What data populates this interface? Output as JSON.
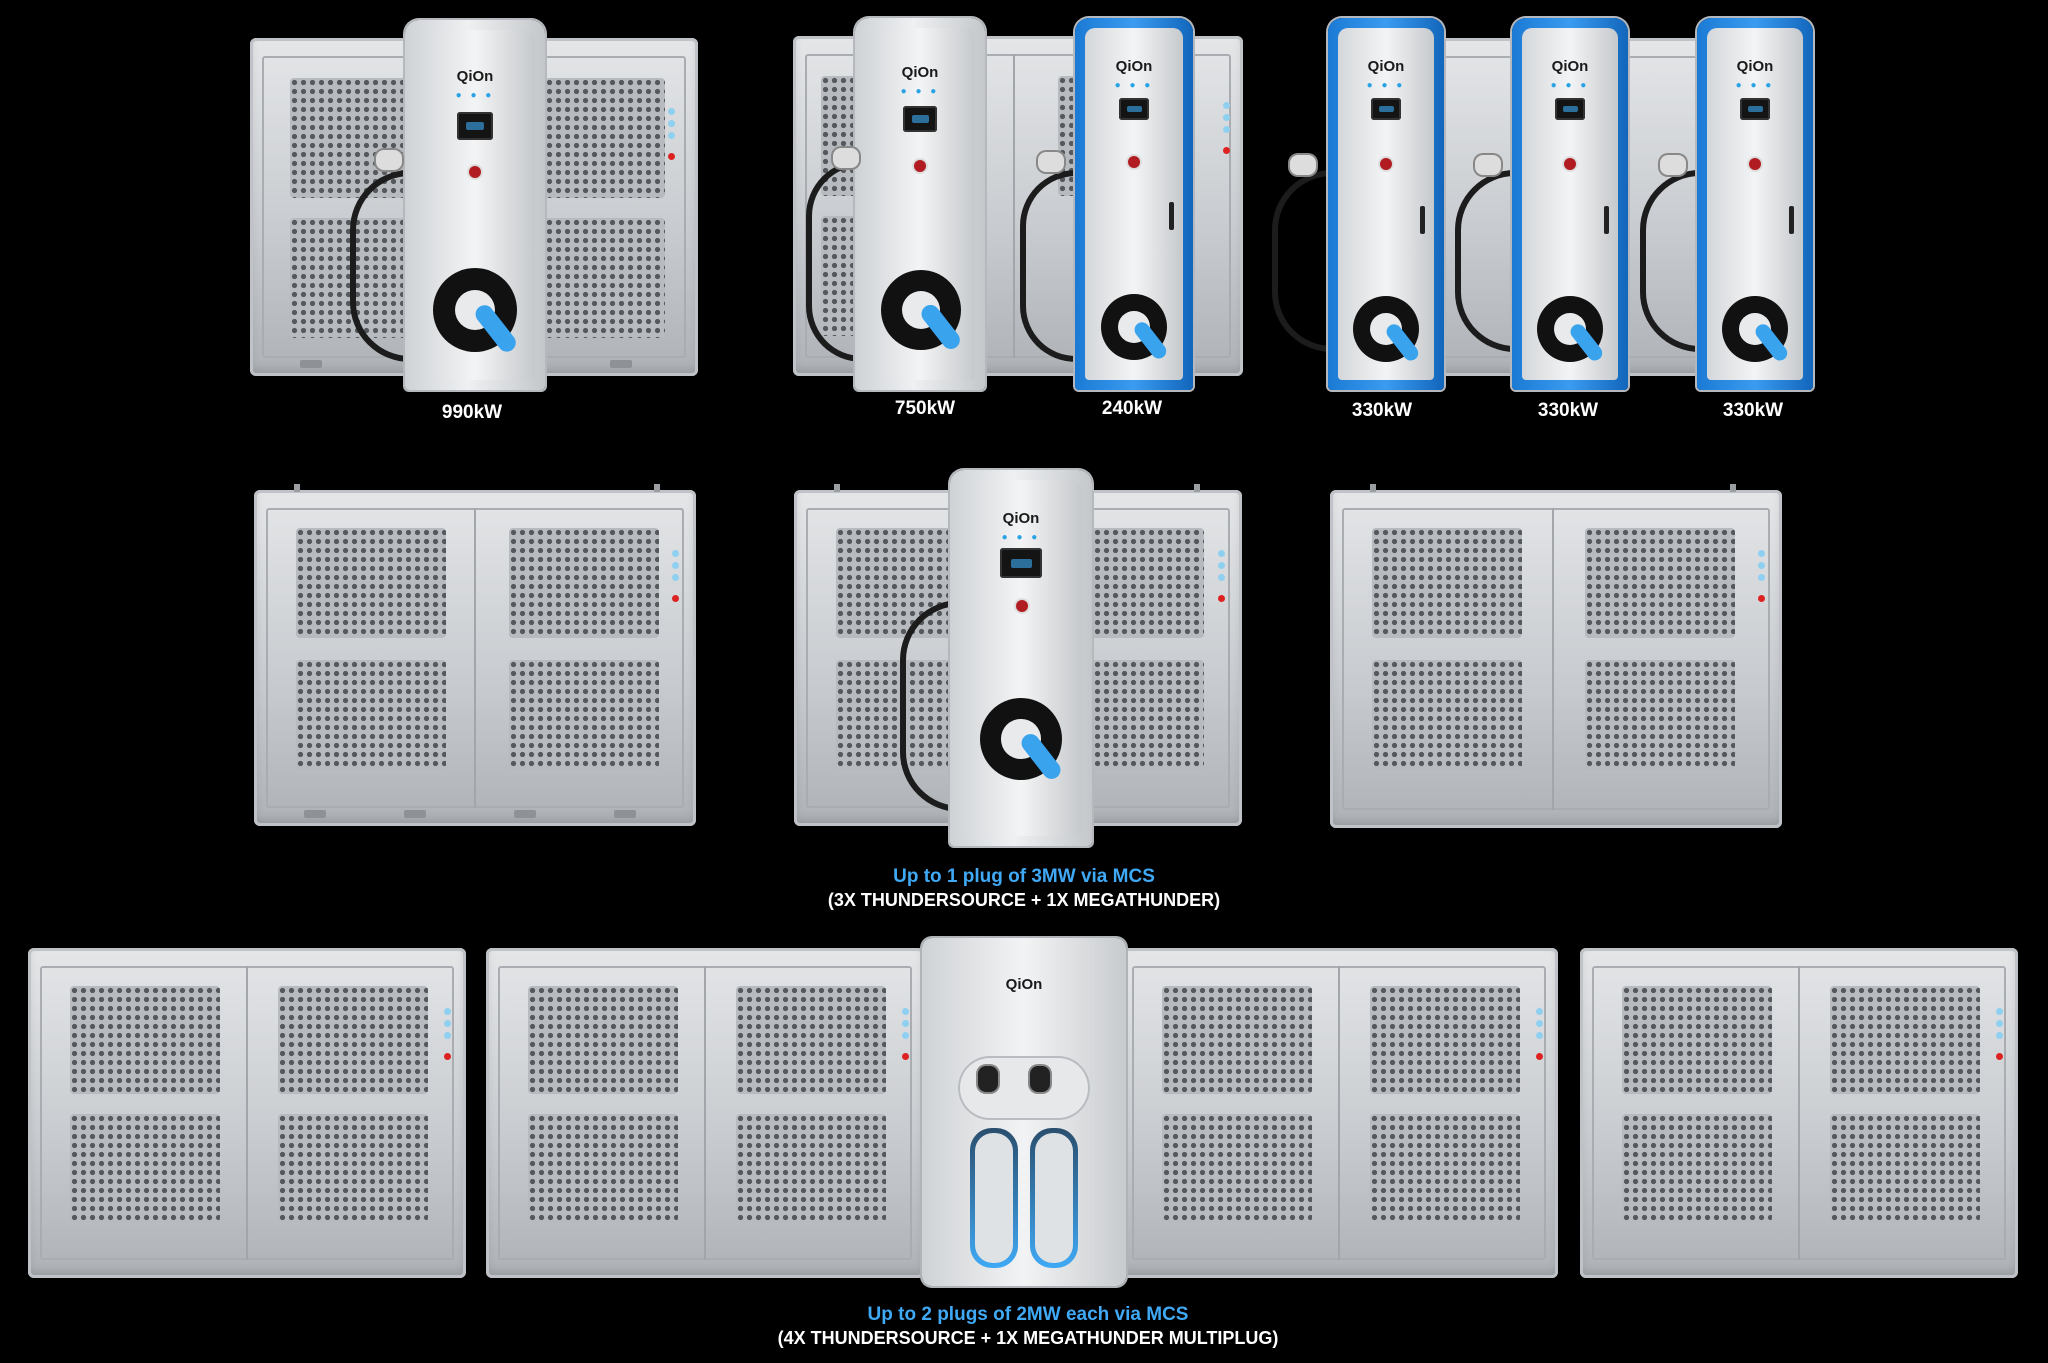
{
  "brand": "QiOn",
  "colors": {
    "background": "#000000",
    "accent_blue": "#3fa9f5",
    "estop_red": "#b01c22"
  },
  "row1": {
    "labels": [
      "990kW",
      "750kW",
      "240kW",
      "330kW",
      "330kW",
      "330kW"
    ]
  },
  "row2": {
    "caption_line1": "Up to 1 plug of 3MW via MCS",
    "caption_line2": "(3X THUNDERSOURCE + 1X MEGATHUNDER)"
  },
  "row3": {
    "caption_line1": "Up to 2 plugs of 2MW each via MCS",
    "caption_line2": "(4X THUNDERSOURCE + 1X MEGATHUNDER MULTIPLUG)"
  }
}
